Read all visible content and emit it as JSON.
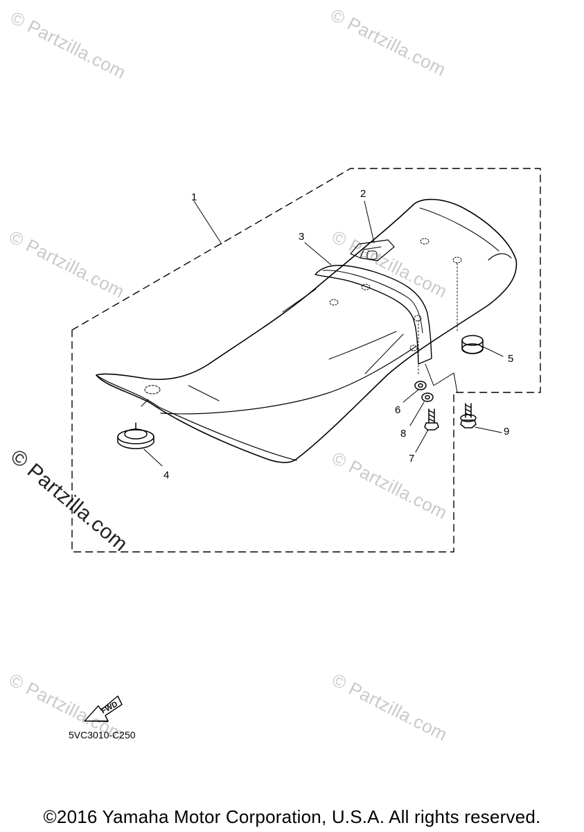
{
  "watermark": "© Partzilla.com",
  "watermark_big": "© Partzilla.com",
  "fwd_label": "FWD",
  "diagram_code": "5VC3010-C250",
  "copyright": "©2016 Yamaha Motor Corporation, U.S.A. All rights reserved.",
  "callouts": [
    "1",
    "2",
    "3",
    "4",
    "5",
    "6",
    "7",
    "8",
    "9"
  ]
}
